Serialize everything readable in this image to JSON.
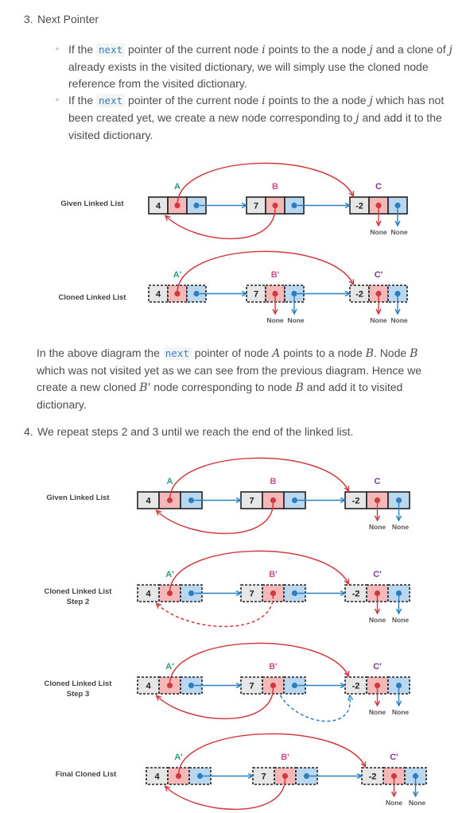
{
  "step3": {
    "number": "3.",
    "heading": "Next Pointer",
    "bullets": [
      {
        "p1": "If the ",
        "code": "next",
        "p2": " pointer of the current node ",
        "m1": "i",
        "p3": " points to the a node ",
        "m2": "j",
        "p4": " and a clone of ",
        "m3": "j",
        "p5": " already exists in the visited dictionary, we will simply use the cloned node reference from the visited dictionary."
      },
      {
        "p1": "If the ",
        "code": "next",
        "p2": " pointer of the current node ",
        "m1": "i",
        "p3": " points to the a node ",
        "m2": "j",
        "p4": " which has not been created yet, we create a new node corresponding to ",
        "m3": "j",
        "p5": " and add it to the visited dictionary."
      }
    ]
  },
  "explain": {
    "p1": "In the above diagram the ",
    "code": "next",
    "p2": " pointer of node ",
    "m1": "A",
    "p3": " points to a node ",
    "m2": "B",
    "p4": ". Node ",
    "m3": "B",
    "p5": " which was not visited yet as we can see from the previous diagram. Hence we create a new cloned ",
    "m4": "B'",
    "p6": " node corresponding to node ",
    "m5": "B",
    "p7": " and add it to visited dictionary."
  },
  "step4": {
    "number": "4.",
    "text": "We repeat steps 2 and 3 until we reach the end of the linked list."
  },
  "diagram_labels": {
    "given": "Given Linked List",
    "cloned": "Cloned Linked List",
    "cloned_step2_l1": "Cloned Linked List",
    "cloned_step2_l2": "Step 2",
    "cloned_step3_l1": "Cloned Linked List",
    "cloned_step3_l2": "Step 3",
    "final": "Final Cloned List"
  },
  "nodes": {
    "values": [
      "4",
      "7",
      "-2"
    ],
    "letters": [
      "A",
      "B",
      "C"
    ],
    "cloned_letters": [
      "A'",
      "B'",
      "C'"
    ],
    "none": "None"
  },
  "colors": {
    "letter_a": "#2e9a78",
    "letter_b": "#c7508a",
    "letter_c": "#7a3c8e",
    "random_arrow": "#d0393f",
    "next_arrow": "#2a7fc0",
    "random_cell": "#f5b8b8",
    "next_cell": "#b9d7ef",
    "value_cell": "#e6e6e6"
  }
}
